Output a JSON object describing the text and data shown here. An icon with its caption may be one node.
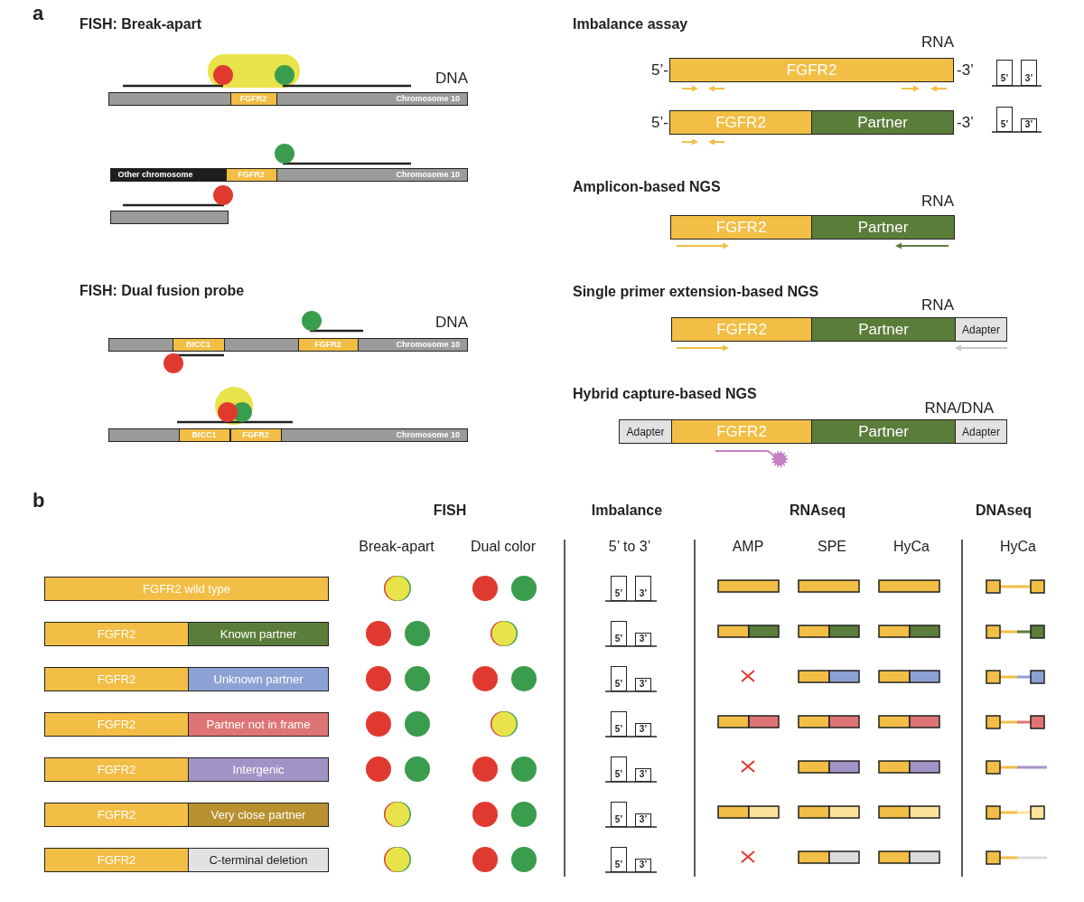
{
  "diagram": {
    "nodes": [
      {
        "text": [
          "Chromosome 10"
        ]
      },
      {
        "text": [
          "FGFR2"
        ],
        "in": 0
      },
      {
        "text": [
          "Chromosome 10"
        ]
      },
      {
        "text": [
          "Other chromosome"
        ],
        "in": 2
      },
      {
        "text": [
          "FGFR2"
        ],
        "in": 2
      },
      {
        "text": [],
        "shape": "bar"
      },
      {
        "text": [
          "Chromosome 10"
        ]
      },
      {
        "text": [
          "BICC1"
        ],
        "in": 6
      },
      {
        "text": [
          "FGFR2"
        ],
        "in": 6
      },
      {
        "text": [
          "Chromosome 10"
        ]
      },
      {
        "text": [
          "BICC1"
        ],
        "in": 9
      },
      {
        "text": [
          "FGFR2"
        ],
        "in": 9
      },
      {
        "text": [
          "FGFR2"
        ]
      },
      {
        "text": [
          "5’"
        ]
      },
      {
        "text": [
          "3’"
        ]
      },
      {
        "text": [
          "FGFR2"
        ]
      },
      {
        "text": [
          "Partner"
        ]
      },
      {
        "text": [
          "5’"
        ]
      },
      {
        "text": [
          "3’"
        ]
      },
      {
        "text": [
          "FGFR2"
        ]
      },
      {
        "text": [
          "Partner"
        ]
      },
      {
        "text": [
          "FGFR2"
        ]
      },
      {
        "text": [
          "Partner"
        ]
      },
      {
        "text": [
          "Adapter"
        ]
      },
      {
        "text": [
          "Adapter"
        ]
      },
      {
        "text": [
          "FGFR2"
        ]
      },
      {
        "text": [
          "Partner"
        ]
      },
      {
        "text": [
          "Adapter"
        ]
      },
      {
        "text": [
          "FGFR2 wild type"
        ]
      },
      {
        "text": [
          "FGFR2"
        ]
      },
      {
        "text": [
          "Known partner"
        ]
      },
      {
        "text": [
          "FGFR2"
        ]
      },
      {
        "text": [
          "Unknown partner"
        ]
      },
      {
        "text": [
          "FGFR2"
        ]
      },
      {
        "text": [
          "Partner not in frame"
        ]
      },
      {
        "text": [
          "FGFR2"
        ]
      },
      {
        "text": [
          "Intergenic"
        ]
      },
      {
        "text": [
          "FGFR2"
        ]
      },
      {
        "text": [
          "Very close partner"
        ]
      },
      {
        "text": [
          "FGFR2"
        ]
      },
      {
        "text": [
          "C-terminal deletion"
        ]
      },
      {
        "text": [
          "5’"
        ]
      },
      {
        "text": [
          "3’"
        ]
      },
      {
        "text": [
          "5’"
        ]
      },
      {
        "text": [
          "3’"
        ]
      },
      {
        "text": [
          "5’"
        ]
      },
      {
        "text": [
          "3’"
        ]
      },
      {
        "text": [
          "5’"
        ]
      },
      {
        "text": [
          "3’"
        ]
      },
      {
        "text": [
          "5’"
        ]
      },
      {
        "text": [
          "3’"
        ]
      },
      {
        "text": [
          "5’"
        ]
      },
      {
        "text": [
          "3’"
        ]
      },
      {
        "text": [
          "5’"
        ]
      },
      {
        "text": [
          "3’"
        ]
      }
    ],
    "labels": [
      "a",
      "FISH: Break-apart",
      "Imbalance assay",
      "RNA",
      "DNA",
      "5’-",
      "-3’",
      "5’-",
      "-3’",
      "Amplicon-based NGS",
      "RNA",
      "Single primer extension-based NGS",
      "RNA",
      "FISH: Dual fusion probe",
      "DNA",
      "Hybrid capture-based NGS",
      "RNA/DNA",
      "b",
      "FISH",
      "Imbalance",
      "RNAseq",
      "DNAseq",
      "Break-apart",
      "Dual color",
      "5’ to 3’",
      "AMP",
      "SPE",
      "HyCa",
      "HyCa"
    ]
  }
}
